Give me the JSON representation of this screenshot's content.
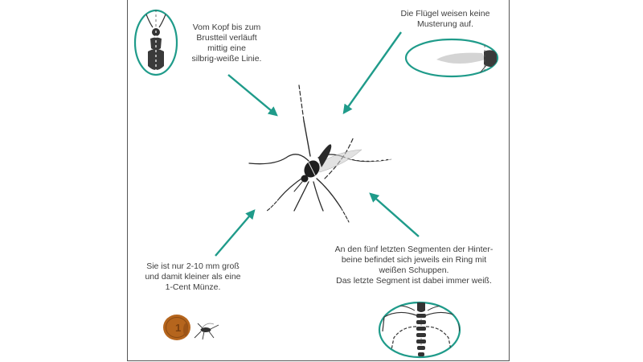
{
  "annotations": {
    "head_to_thorax": [
      "Vom Kopf bis zum",
      "Brustteil verläuft",
      "mittig eine",
      "silbrig-weiße Linie."
    ],
    "wings": [
      "Die Flügel weisen keine",
      "Musterung auf."
    ],
    "hind_legs": [
      "An den fünf letzten Segmenten der Hinter-",
      "beine befindet sich jeweils ein Ring mit",
      "weißen Schuppen.",
      "Das letzte Segment ist dabei immer weiß."
    ],
    "size": [
      "Sie ist nur 2-10 mm groß",
      "und damit kleiner als eine",
      "1-Cent Münze."
    ]
  },
  "colors": {
    "accent": "#1f9b8a",
    "mosquito": "#2a2a2a",
    "coin": "#b5651d",
    "frame": "#555555"
  },
  "icons": [
    "thorax-line-icon",
    "wing-icon",
    "hind-leg-rings-icon",
    "coin-icon",
    "mosquito-illustration"
  ]
}
